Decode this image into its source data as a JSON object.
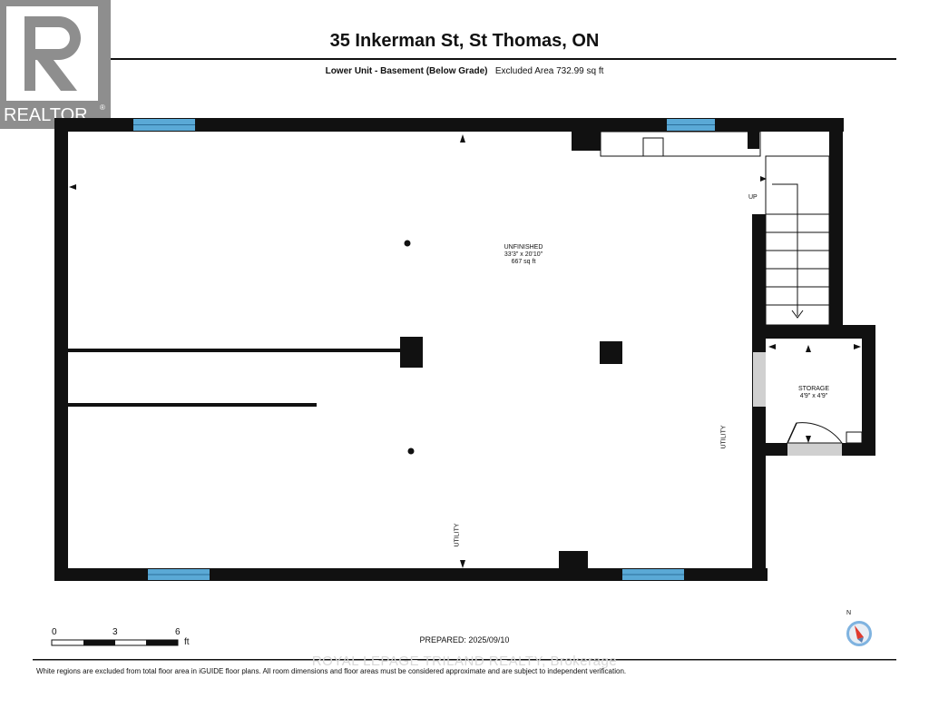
{
  "header": {
    "title": "35 Inkerman St, St Thomas, ON",
    "unit_label": "Lower Unit - Basement (Below Grade)",
    "excluded_area": "Excluded Area 732.99 sq ft"
  },
  "logo": {
    "text": "REALTOR",
    "registered": "®"
  },
  "rooms": {
    "unfinished": {
      "name": "UNFINISHED",
      "dims": "33'3\" x 20'10\"",
      "area": "667 sq ft"
    },
    "storage": {
      "name": "STORAGE",
      "dims": "4'9\" x 4'9\""
    },
    "utility_bottom": "UTILITY",
    "utility_right": "UTILITY",
    "stairs": "UP"
  },
  "scale": {
    "ticks": [
      "0",
      "3",
      "6"
    ],
    "unit": "ft"
  },
  "compass": {
    "label": "N"
  },
  "prepared": "PREPARED: 2025/09/10",
  "watermark": "ROYAL LEPAGE TRILAND REALTY, Brokerage",
  "footer": "White regions are excluded from total floor area in iGUIDE floor plans. All room dimensions and floor areas must be considered approximate and are subject to independent verification.",
  "colors": {
    "wall": "#111111",
    "window": "#5aa9d6",
    "logo": "#8e8e8e",
    "compass_red": "#e03a2e",
    "compass_blue": "#7fb3e0"
  }
}
